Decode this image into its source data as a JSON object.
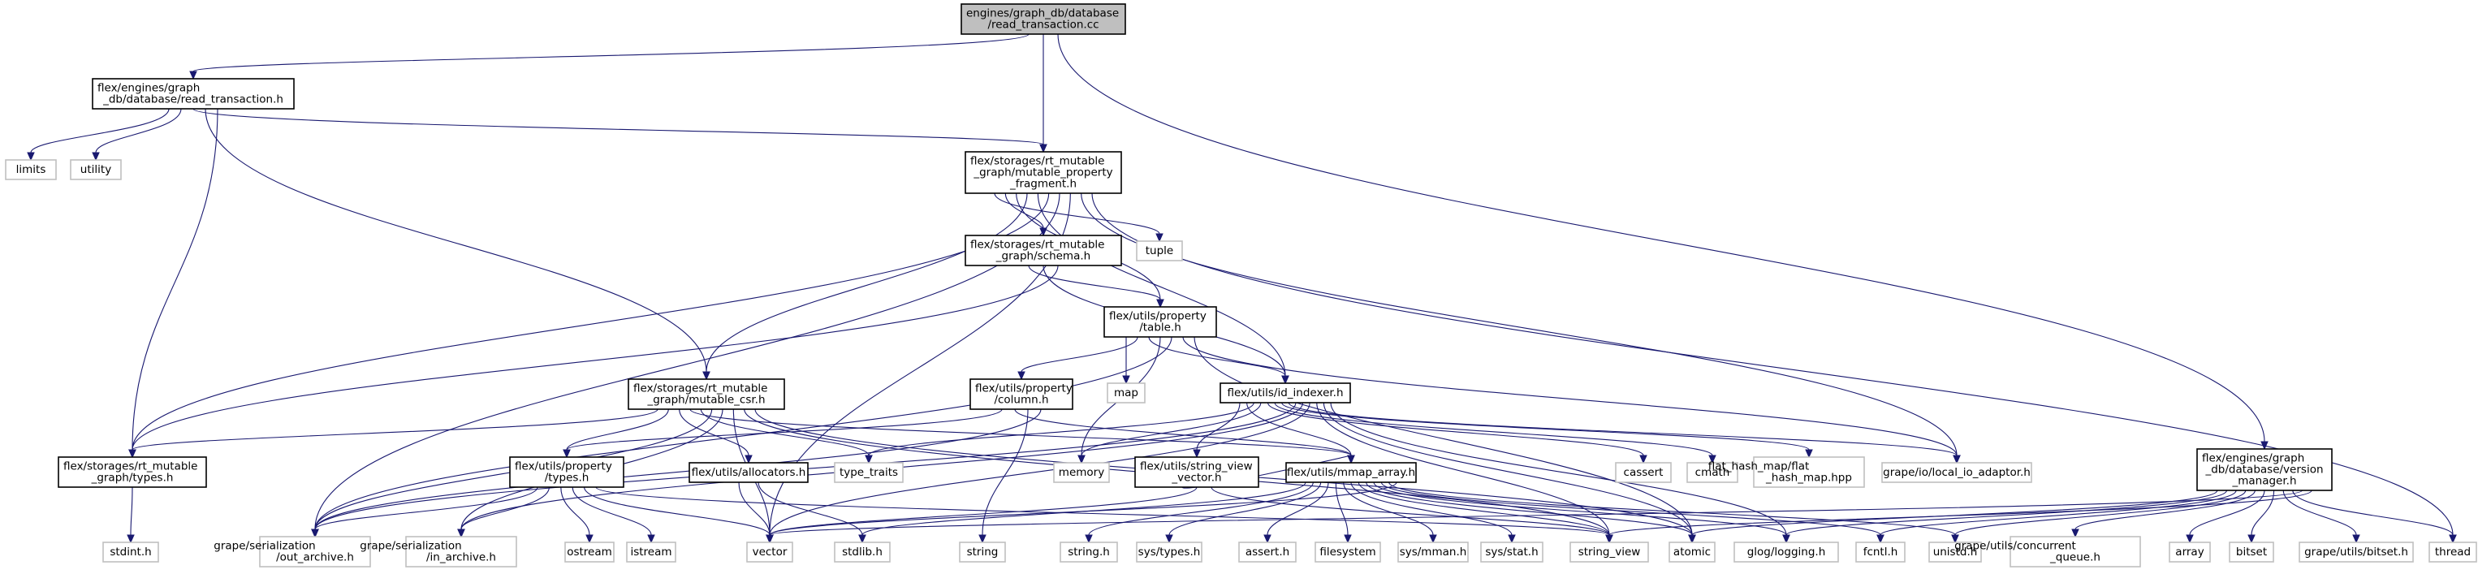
{
  "colors": {
    "edge": "#191970",
    "main_fill": "#bfbfbf",
    "file_border": "#000000",
    "external_border": "#bfbfbf",
    "background": "#ffffff"
  },
  "nodes": [
    {
      "id": "n_rt",
      "kind": "main",
      "lines": [
        "engines/graph_db/database",
        "/read_transaction.cc"
      ]
    },
    {
      "id": "n_rth",
      "kind": "file",
      "lines": [
        "flex/engines/graph",
        "_db/database/read_transaction.h"
      ]
    },
    {
      "id": "n_limits",
      "kind": "ext",
      "lines": [
        "limits"
      ]
    },
    {
      "id": "n_utility",
      "kind": "ext",
      "lines": [
        "utility"
      ]
    },
    {
      "id": "n_mpf",
      "kind": "file",
      "lines": [
        "flex/storages/rt_mutable",
        "_graph/mutable_property",
        "_fragment.h"
      ]
    },
    {
      "id": "n_tuple",
      "kind": "ext",
      "lines": [
        "tuple"
      ]
    },
    {
      "id": "n_schema",
      "kind": "file",
      "lines": [
        "flex/storages/rt_mutable",
        "_graph/schema.h"
      ]
    },
    {
      "id": "n_table",
      "kind": "file",
      "lines": [
        "flex/utils/property",
        "/table.h"
      ]
    },
    {
      "id": "n_map",
      "kind": "ext",
      "lines": [
        "map"
      ]
    },
    {
      "id": "n_csr",
      "kind": "file",
      "lines": [
        "flex/storages/rt_mutable",
        "_graph/mutable_csr.h"
      ]
    },
    {
      "id": "n_column",
      "kind": "file",
      "lines": [
        "flex/utils/property",
        "/column.h"
      ]
    },
    {
      "id": "n_idx",
      "kind": "file",
      "lines": [
        "flex/utils/id_indexer.h"
      ]
    },
    {
      "id": "n_rtypes",
      "kind": "file",
      "lines": [
        "flex/storages/rt_mutable",
        "_graph/types.h"
      ]
    },
    {
      "id": "n_stdint",
      "kind": "ext",
      "lines": [
        "stdint.h"
      ]
    },
    {
      "id": "n_ptypes",
      "kind": "file",
      "lines": [
        "flex/utils/property",
        "/types.h"
      ]
    },
    {
      "id": "n_alloc",
      "kind": "file",
      "lines": [
        "flex/utils/allocators.h"
      ]
    },
    {
      "id": "n_svv",
      "kind": "file",
      "lines": [
        "flex/utils/string_view",
        "_vector.h"
      ]
    },
    {
      "id": "n_mmap",
      "kind": "file",
      "lines": [
        "flex/utils/mmap_array.h"
      ]
    },
    {
      "id": "n_tt",
      "kind": "ext",
      "lines": [
        "type_traits"
      ]
    },
    {
      "id": "n_memory",
      "kind": "ext",
      "lines": [
        "memory"
      ]
    },
    {
      "id": "n_cassert",
      "kind": "ext",
      "lines": [
        "cassert"
      ]
    },
    {
      "id": "n_cmath",
      "kind": "ext",
      "lines": [
        "cmath"
      ]
    },
    {
      "id": "n_fhm",
      "kind": "ext",
      "lines": [
        "flat_hash_map/flat",
        "_hash_map.hpp"
      ]
    },
    {
      "id": "n_lio",
      "kind": "ext",
      "lines": [
        "grape/io/local_io_adaptor.h"
      ]
    },
    {
      "id": "n_vm",
      "kind": "file",
      "lines": [
        "flex/engines/graph",
        "_db/database/version",
        "_manager.h"
      ]
    },
    {
      "id": "n_oa",
      "kind": "ext",
      "lines": [
        "grape/serialization",
        "/out_archive.h"
      ]
    },
    {
      "id": "n_ia",
      "kind": "ext",
      "lines": [
        "grape/serialization",
        "/in_archive.h"
      ]
    },
    {
      "id": "n_ostream",
      "kind": "ext",
      "lines": [
        "ostream"
      ]
    },
    {
      "id": "n_istream",
      "kind": "ext",
      "lines": [
        "istream"
      ]
    },
    {
      "id": "n_vector",
      "kind": "ext",
      "lines": [
        "vector"
      ]
    },
    {
      "id": "n_stdlib",
      "kind": "ext",
      "lines": [
        "stdlib.h"
      ]
    },
    {
      "id": "n_string",
      "kind": "ext",
      "lines": [
        "string"
      ]
    },
    {
      "id": "n_stringh",
      "kind": "ext",
      "lines": [
        "string.h"
      ]
    },
    {
      "id": "n_systypes",
      "kind": "ext",
      "lines": [
        "sys/types.h"
      ]
    },
    {
      "id": "n_asserth",
      "kind": "ext",
      "lines": [
        "assert.h"
      ]
    },
    {
      "id": "n_fs",
      "kind": "ext",
      "lines": [
        "filesystem"
      ]
    },
    {
      "id": "n_mman",
      "kind": "ext",
      "lines": [
        "sys/mman.h"
      ]
    },
    {
      "id": "n_stat",
      "kind": "ext",
      "lines": [
        "sys/stat.h"
      ]
    },
    {
      "id": "n_sv",
      "kind": "ext",
      "lines": [
        "string_view"
      ]
    },
    {
      "id": "n_atomic",
      "kind": "ext",
      "lines": [
        "atomic"
      ]
    },
    {
      "id": "n_glog",
      "kind": "ext",
      "lines": [
        "glog/logging.h"
      ]
    },
    {
      "id": "n_fcntl",
      "kind": "ext",
      "lines": [
        "fcntl.h"
      ]
    },
    {
      "id": "n_unistd",
      "kind": "ext",
      "lines": [
        "unistd.h"
      ]
    },
    {
      "id": "n_cq",
      "kind": "ext",
      "lines": [
        "grape/utils/concurrent",
        "_queue.h"
      ]
    },
    {
      "id": "n_array",
      "kind": "ext",
      "lines": [
        "array"
      ]
    },
    {
      "id": "n_bitset",
      "kind": "ext",
      "lines": [
        "bitset"
      ]
    },
    {
      "id": "n_gbitset",
      "kind": "ext",
      "lines": [
        "grape/utils/bitset.h"
      ]
    },
    {
      "id": "n_thread",
      "kind": "ext",
      "lines": [
        "thread"
      ]
    }
  ],
  "edges": [
    [
      "n_rt",
      "n_rth"
    ],
    [
      "n_rt",
      "n_mpf"
    ],
    [
      "n_rt",
      "n_vm"
    ],
    [
      "n_rth",
      "n_limits"
    ],
    [
      "n_rth",
      "n_utility"
    ],
    [
      "n_rth",
      "n_mpf"
    ],
    [
      "n_rth",
      "n_csr"
    ],
    [
      "n_rth",
      "n_rtypes"
    ],
    [
      "n_mpf",
      "n_tuple"
    ],
    [
      "n_mpf",
      "n_schema"
    ],
    [
      "n_mpf",
      "n_table"
    ],
    [
      "n_mpf",
      "n_csr"
    ],
    [
      "n_mpf",
      "n_idx"
    ],
    [
      "n_mpf",
      "n_rtypes"
    ],
    [
      "n_mpf",
      "n_oa"
    ],
    [
      "n_mpf",
      "n_vector"
    ],
    [
      "n_mpf",
      "n_lio"
    ],
    [
      "n_mpf",
      "n_thread"
    ],
    [
      "n_schema",
      "n_table"
    ],
    [
      "n_schema",
      "n_idx"
    ],
    [
      "n_schema",
      "n_rtypes"
    ],
    [
      "n_table",
      "n_map"
    ],
    [
      "n_table",
      "n_column"
    ],
    [
      "n_table",
      "n_idx"
    ],
    [
      "n_table",
      "n_memory"
    ],
    [
      "n_table",
      "n_oa"
    ],
    [
      "n_table",
      "n_lio"
    ],
    [
      "n_table",
      "n_atomic"
    ],
    [
      "n_column",
      "n_ptypes"
    ],
    [
      "n_column",
      "n_mmap"
    ],
    [
      "n_column",
      "n_string"
    ],
    [
      "n_column",
      "n_oa"
    ],
    [
      "n_csr",
      "n_rtypes"
    ],
    [
      "n_csr",
      "n_ptypes"
    ],
    [
      "n_csr",
      "n_alloc"
    ],
    [
      "n_csr",
      "n_mmap"
    ],
    [
      "n_csr",
      "n_tt"
    ],
    [
      "n_csr",
      "n_oa"
    ],
    [
      "n_csr",
      "n_ia"
    ],
    [
      "n_csr",
      "n_vector"
    ],
    [
      "n_csr",
      "n_sv"
    ],
    [
      "n_csr",
      "n_atomic"
    ],
    [
      "n_idx",
      "n_svv"
    ],
    [
      "n_idx",
      "n_mmap"
    ],
    [
      "n_idx",
      "n_tt"
    ],
    [
      "n_idx",
      "n_memory"
    ],
    [
      "n_idx",
      "n_cassert"
    ],
    [
      "n_idx",
      "n_cmath"
    ],
    [
      "n_idx",
      "n_fhm"
    ],
    [
      "n_idx",
      "n_lio"
    ],
    [
      "n_idx",
      "n_oa"
    ],
    [
      "n_idx",
      "n_ia"
    ],
    [
      "n_idx",
      "n_vector"
    ],
    [
      "n_idx",
      "n_sv"
    ],
    [
      "n_idx",
      "n_atomic"
    ],
    [
      "n_idx",
      "n_glog"
    ],
    [
      "n_rtypes",
      "n_stdint"
    ],
    [
      "n_ptypes",
      "n_oa"
    ],
    [
      "n_ptypes",
      "n_ia"
    ],
    [
      "n_ptypes",
      "n_ostream"
    ],
    [
      "n_ptypes",
      "n_istream"
    ],
    [
      "n_ptypes",
      "n_vector"
    ],
    [
      "n_ptypes",
      "n_sv"
    ],
    [
      "n_alloc",
      "n_vector"
    ],
    [
      "n_alloc",
      "n_stdlib"
    ],
    [
      "n_svv",
      "n_mmap"
    ],
    [
      "n_svv",
      "n_vector"
    ],
    [
      "n_svv",
      "n_sv"
    ],
    [
      "n_mmap",
      "n_stdlib"
    ],
    [
      "n_mmap",
      "n_stringh"
    ],
    [
      "n_mmap",
      "n_systypes"
    ],
    [
      "n_mmap",
      "n_asserth"
    ],
    [
      "n_mmap",
      "n_fs"
    ],
    [
      "n_mmap",
      "n_mman"
    ],
    [
      "n_mmap",
      "n_stat"
    ],
    [
      "n_mmap",
      "n_sv"
    ],
    [
      "n_mmap",
      "n_atomic"
    ],
    [
      "n_mmap",
      "n_glog"
    ],
    [
      "n_mmap",
      "n_fcntl"
    ],
    [
      "n_mmap",
      "n_unistd"
    ],
    [
      "n_mmap",
      "n_vector"
    ],
    [
      "n_vm",
      "n_atomic"
    ],
    [
      "n_vm",
      "n_glog"
    ],
    [
      "n_vm",
      "n_fcntl"
    ],
    [
      "n_vm",
      "n_unistd"
    ],
    [
      "n_vm",
      "n_cq"
    ],
    [
      "n_vm",
      "n_array"
    ],
    [
      "n_vm",
      "n_bitset"
    ],
    [
      "n_vm",
      "n_gbitset"
    ],
    [
      "n_vm",
      "n_thread"
    ],
    [
      "n_vm",
      "n_vector"
    ],
    [
      "n_vm",
      "n_sv"
    ]
  ]
}
